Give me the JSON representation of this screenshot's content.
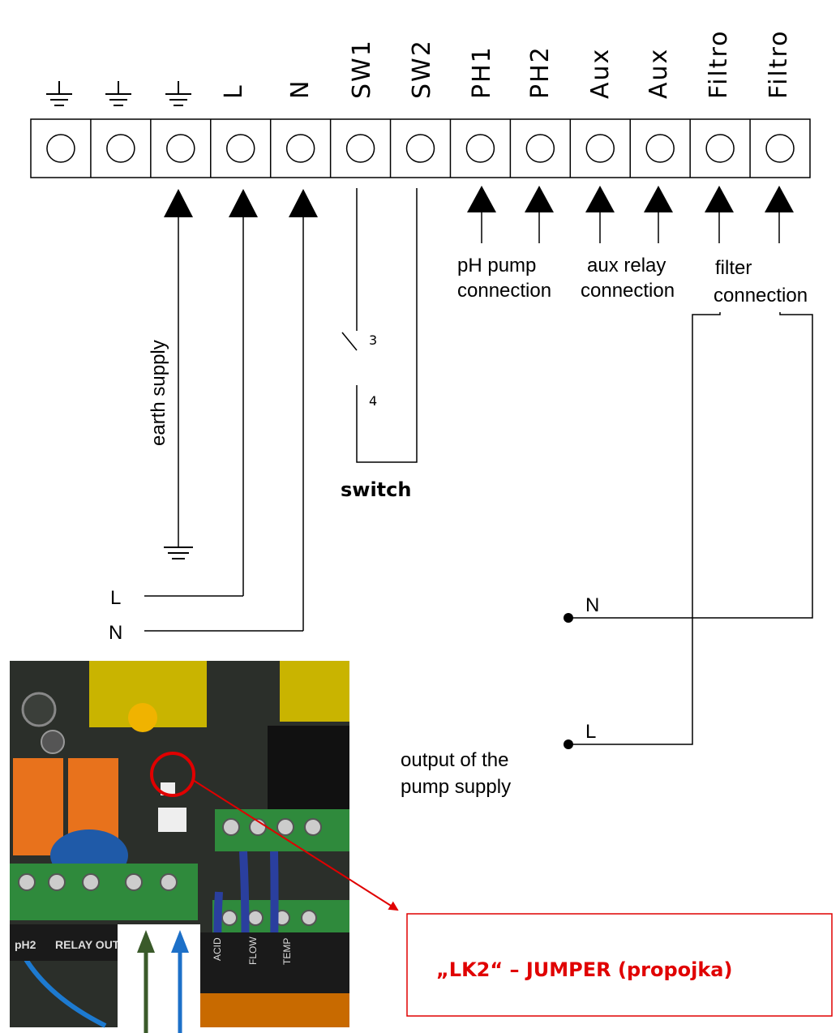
{
  "terminals": {
    "labels": [
      "",
      "",
      "",
      "L",
      "N",
      "SW1",
      "SW2",
      "PH1",
      "PH2",
      "Aux",
      "Aux",
      "Filtro",
      "Filtro"
    ],
    "symbols": [
      "earth-icon",
      "earth-icon",
      "earth-icon"
    ]
  },
  "annotations": {
    "earth_supply": "earth supply",
    "ph_pump_1": "pH pump",
    "ph_pump_2": "connection",
    "aux_relay_1": "aux relay",
    "aux_relay_2": "connection",
    "filter_1": "filter",
    "filter_2": "connection",
    "switch": "switch",
    "switch_pin_3": "3",
    "switch_pin_4": "4",
    "supply_L": "L",
    "supply_N": "N",
    "output_1": "output of the",
    "output_2": "pump supply",
    "output_L": "L",
    "output_N": "N"
  },
  "photo": {
    "board_labels": [
      "pH2",
      "RELAY OUT",
      "ACID",
      "FLOW",
      "TEMP"
    ],
    "arrow_colors": [
      "#3a5a2a",
      "#1d70c8"
    ]
  },
  "callout": {
    "text": "„LK2“ – JUMPER (propojka)",
    "color": "#e00000"
  }
}
